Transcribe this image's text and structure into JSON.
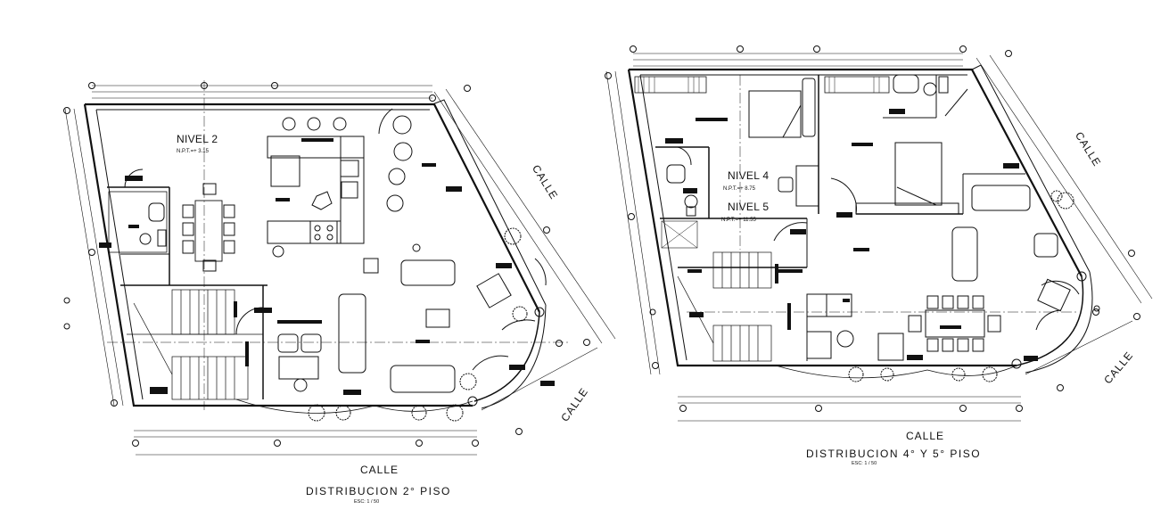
{
  "colors": {
    "line": "#111111",
    "background": "#ffffff",
    "fill": "#111111"
  },
  "plan_left": {
    "level_label": "NIVEL 2",
    "level_elevation": "N.P.T.=+ 3.15",
    "street_diag_top": "CALLE",
    "street_diag_bottom": "CALLE",
    "street_bottom": "CALLE",
    "title": "DISTRIBUCION 2° PISO",
    "scale": "ESC: 1 / 50"
  },
  "plan_right": {
    "level_label_a": "NIVEL 4",
    "level_elevation_a": "N.P.T.=+ 8.75",
    "level_label_b": "NIVEL 5",
    "level_elevation_b": "N.P.T.=+ 11.55",
    "street_diag_top": "CALLE",
    "street_diag_bottom": "CALLE",
    "street_bottom": "CALLE",
    "title": "DISTRIBUCION 4° Y 5° PISO",
    "scale": "ESC: 1 / 50"
  }
}
